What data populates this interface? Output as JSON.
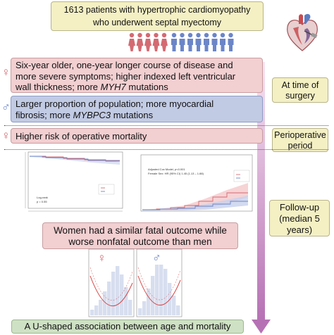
{
  "header": {
    "line1": "1613 patients with hypertrophic cardiomyopathy",
    "line2": "who underwent septal myectomy"
  },
  "findings": {
    "female_surgery": {
      "symbol": "♀",
      "line1": "Six-year older, one-year longer course of disease and",
      "line2": "more severe symptoms; higher indexed left ventricular",
      "line3_prefix": "wall thickness; more ",
      "line3_gene": "MYH7",
      "line3_suffix": " mutations"
    },
    "male_surgery": {
      "symbol": "♂",
      "line1": "Larger proportion of population; more myocardial",
      "line2_prefix": "fibrosis; more ",
      "line2_gene": "MYBPC3",
      "line2_suffix": " mutations"
    },
    "female_periop": {
      "symbol": "♀",
      "text": "Higher risk of operative mortality"
    },
    "followup": {
      "line1": "Women had a similar fatal outcome while",
      "line2": "worse nonfatal outcome than men"
    },
    "age": {
      "text": "A U-shaped association between age and mortality"
    }
  },
  "side_labels": {
    "surgery": {
      "line1": "At time of",
      "line2": "surgery"
    },
    "periop": {
      "line1": "Perioperative",
      "line2": "period"
    },
    "followup": {
      "line1": "Follow-up",
      "line2": "(median 5",
      "line3": "years)"
    }
  },
  "inset_plots": {
    "left": {
      "annotation_line1": "Log-rank",
      "annotation_line2": "p = 0.55"
    },
    "right": {
      "annotation_line1": "Adjusted Cox Model, p<0.001",
      "annotation_line2": "Female Sex: HR (95% CI) 1.45 (1.13 – 1.88)"
    },
    "age": {
      "female_symbol": "♀",
      "male_symbol": "♂"
    }
  },
  "colors": {
    "female": "#d46a72",
    "male": "#6b86c8",
    "pink_box": "#f2cfd1",
    "blue_box": "#c2cbe4",
    "yellow_box": "#f4f0c4",
    "green_box": "#cfe1c4",
    "timeline_arrow": "#b671b4"
  }
}
